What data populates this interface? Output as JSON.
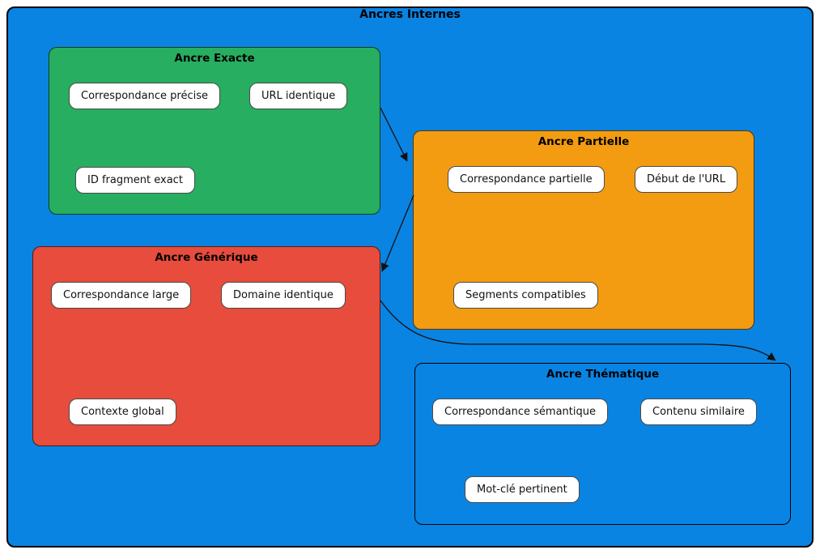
{
  "diagram": {
    "title": "Ancres Internes",
    "colors": {
      "background": "#0984e3",
      "group_exacte": "#27ae60",
      "group_partielle": "#f39c12",
      "group_generique": "#e74c3c",
      "group_thematique": "#0984e3",
      "node_fill": "#ffffff",
      "border": "#000000",
      "text": "#000000"
    },
    "groups": [
      {
        "id": "ancre-exacte",
        "title": "Ancre Exacte",
        "items": [
          "Correspondance précise",
          "URL identique",
          "ID fragment exact"
        ]
      },
      {
        "id": "ancre-partielle",
        "title": "Ancre Partielle",
        "items": [
          "Correspondance partielle",
          "Début de l'URL",
          "Segments compatibles"
        ]
      },
      {
        "id": "ancre-generique",
        "title": "Ancre Générique",
        "items": [
          "Correspondance large",
          "Domaine identique",
          "Contexte global"
        ]
      },
      {
        "id": "ancre-thematique",
        "title": "Ancre Thématique",
        "items": [
          "Correspondance sémantique",
          "Contenu similaire",
          "Mot-clé pertinent"
        ]
      }
    ],
    "edges": [
      {
        "from": "Ancre Exacte",
        "to": "Ancre Partielle"
      },
      {
        "from": "Ancre Partielle",
        "to": "Ancre Générique"
      },
      {
        "from": "Ancre Générique",
        "to": "Ancre Thématique"
      }
    ]
  }
}
